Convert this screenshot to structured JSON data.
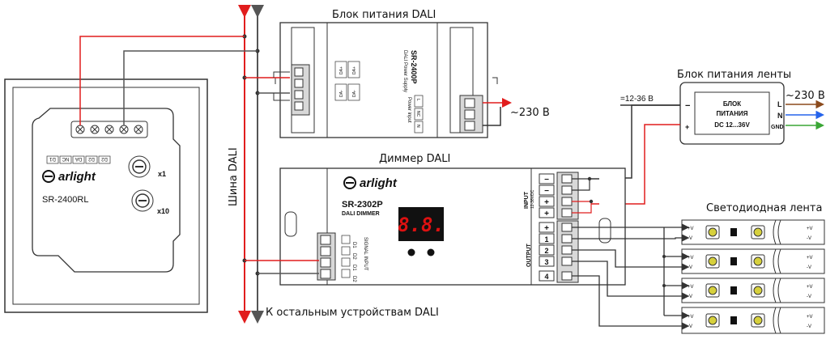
{
  "labels": {
    "bus_label": "Шина DALI",
    "bottom_note": "К остальным устройствам DALI",
    "psu_title": "Блок питания DALI",
    "strip_psu_title": "Блок питания ленты",
    "dimmer_title": "Диммер DALI",
    "led_strip_title": "Светодиодная лента",
    "mains_voltage": "~230 В",
    "strip_voltage": "=12-36 В"
  },
  "panel": {
    "brand": "arlight",
    "model": "SR-2400RL",
    "dial_x1": "x1",
    "dial_x10": "x10",
    "terminals": [
      "D1",
      "NC",
      "DA",
      "D2",
      "D2"
    ]
  },
  "psu": {
    "model": "SR-2400P",
    "subtitle": "DALI Power Supply",
    "da_labels": [
      "DA+",
      "DA+",
      "DA-",
      "DA-"
    ],
    "input_title": "Power input",
    "input_labels": [
      "L",
      "NC",
      "N"
    ]
  },
  "strip_psu": {
    "line1": "БЛОК",
    "line2": "ПИТАНИЯ",
    "line3": "DC 12...36V",
    "minus": "−",
    "plus": "+",
    "pins": [
      "L",
      "N",
      "GND"
    ]
  },
  "dimmer": {
    "brand": "arlight",
    "model": "SR-2302P",
    "subtitle": "DALI DIMMER",
    "display": "8.8.",
    "input_title": "INPUT",
    "input_sub": "12-36VDC",
    "input_terms": [
      "−",
      "−",
      "+",
      "+"
    ],
    "output_title": "OUTPUT",
    "output_terms": [
      "+",
      "1",
      "2",
      "3",
      "4"
    ],
    "signal_title": "SIGNAL INPUT",
    "signal_terms": [
      "D1",
      "D2",
      "D1",
      "D2"
    ]
  },
  "strip": {
    "plus": "+V",
    "minus": "-V"
  },
  "colors": {
    "wire": "#333333",
    "red": "#e11d1d",
    "blue": "#2563eb",
    "brown": "#8b4a1c",
    "green": "#3aa635",
    "bus_red": "#e11d1d",
    "bus_gray": "#555555"
  }
}
